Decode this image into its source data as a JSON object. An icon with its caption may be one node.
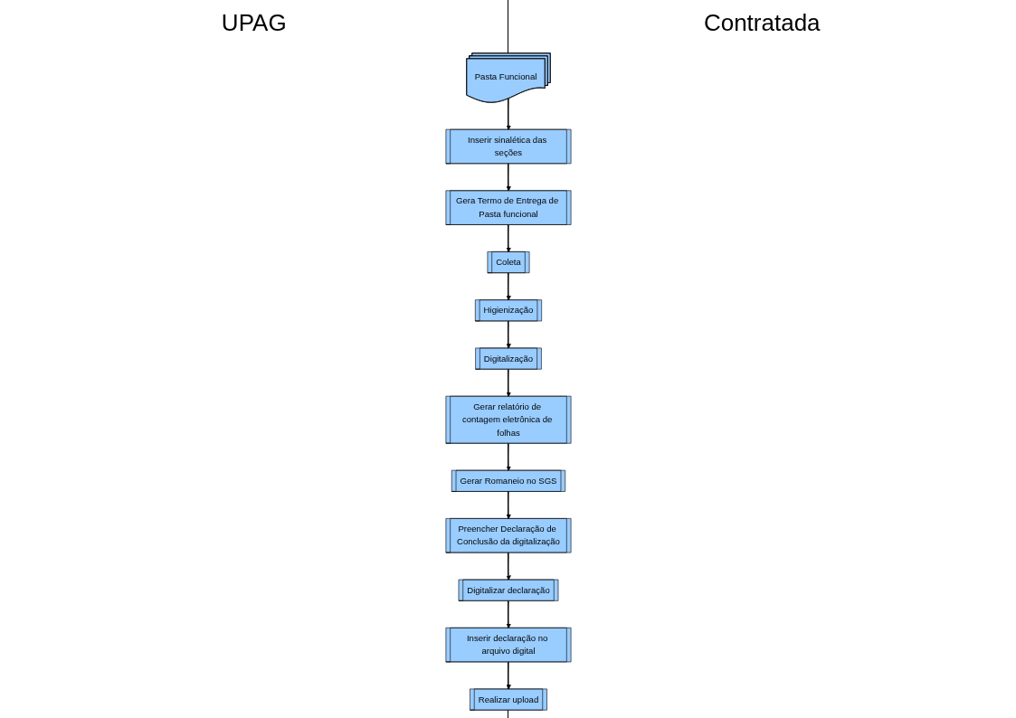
{
  "diagram": {
    "nodes": [
      {
        "text": [
          "Pasta Funcional"
        ]
      },
      {
        "text": [
          "Inserir sinalética das seções"
        ]
      },
      {
        "text": [
          "Gera Termo de Entrega de Pasta funcional"
        ]
      },
      {
        "text": [
          "Gerar Romaneio no SGS"
        ]
      },
      {
        "text": [
          "Preencher Declaração de Conclusão da digitalização"
        ]
      },
      {
        "text": [
          "Coleta"
        ]
      },
      {
        "text": [
          "Higienização"
        ]
      },
      {
        "text": [
          "Digitalização"
        ]
      },
      {
        "text": [
          "Gerar relatório de contagem eletrônica de folhas"
        ]
      },
      {
        "text": [
          "Digitalizar declaração"
        ]
      },
      {
        "text": [
          "Inserir declaração no arquivo digital"
        ]
      },
      {
        "text": [
          "Realizar upload"
        ]
      }
    ],
    "edges": [
      {
        "from": 0,
        "to": 1,
        "arrow": "to"
      },
      {
        "from": 1,
        "to": 2,
        "arrow": "to"
      },
      {
        "from": 2,
        "to": 5,
        "arrow": "to"
      },
      {
        "from": 5,
        "to": 6,
        "arrow": "to"
      },
      {
        "from": 6,
        "to": 7,
        "arrow": "to"
      },
      {
        "from": 7,
        "to": 8,
        "arrow": "to"
      },
      {
        "from": 8,
        "to": 3,
        "arrow": "to"
      },
      {
        "from": 3,
        "to": 4,
        "arrow": "to"
      },
      {
        "from": 4,
        "to": 9,
        "arrow": "to"
      },
      {
        "from": 9,
        "to": 10,
        "arrow": "to"
      },
      {
        "from": 10,
        "to": 11,
        "arrow": "to"
      }
    ],
    "labels": [
      "UPAG",
      "Contratada"
    ]
  }
}
